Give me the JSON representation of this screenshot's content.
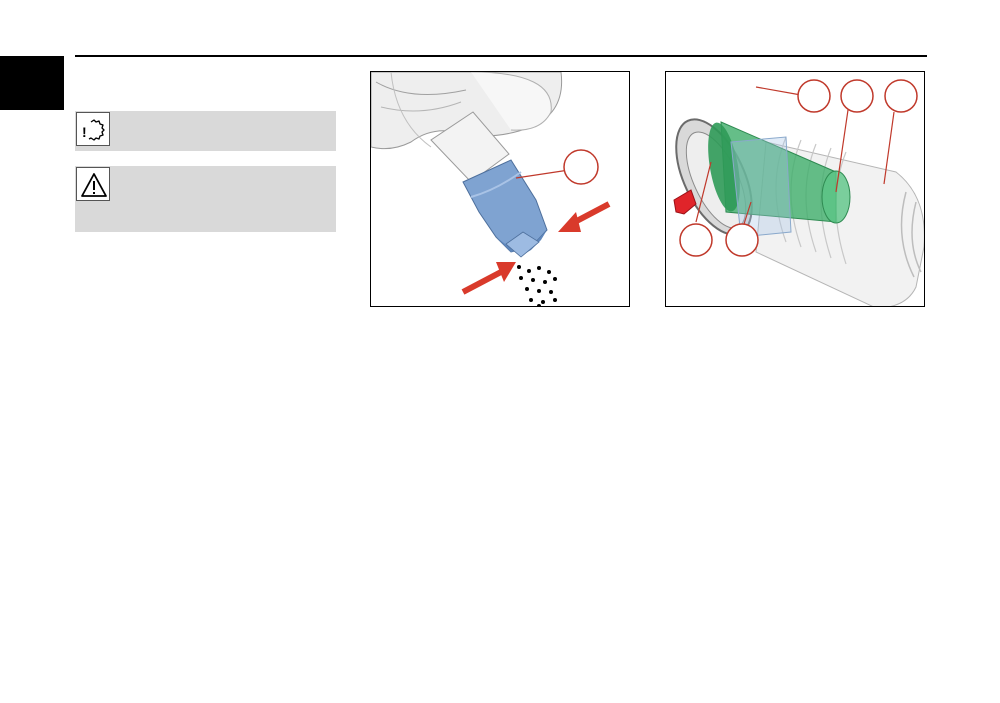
{
  "page": {
    "chapter_tab_color": "#000000"
  },
  "notices": [
    {
      "type": "note",
      "icon": "maintenance-gear-exclamation-icon",
      "text": ""
    },
    {
      "type": "warning",
      "icon": "warning-triangle-icon",
      "text": ""
    }
  ],
  "figures": [
    {
      "id": "drain-nozzle",
      "callouts": [
        ""
      ],
      "colors": {
        "nozzle": "#7fa3d1",
        "arrow": "#d93a2b",
        "housing": "#f2f2f2"
      }
    },
    {
      "id": "filter-assembly",
      "callouts": [
        "",
        "",
        "",
        "",
        ""
      ],
      "colors": {
        "inner_tube": "#3fae6a",
        "valve": "#e0242a",
        "filter": "#f0f0f0",
        "callout": "#c0392b"
      }
    }
  ]
}
